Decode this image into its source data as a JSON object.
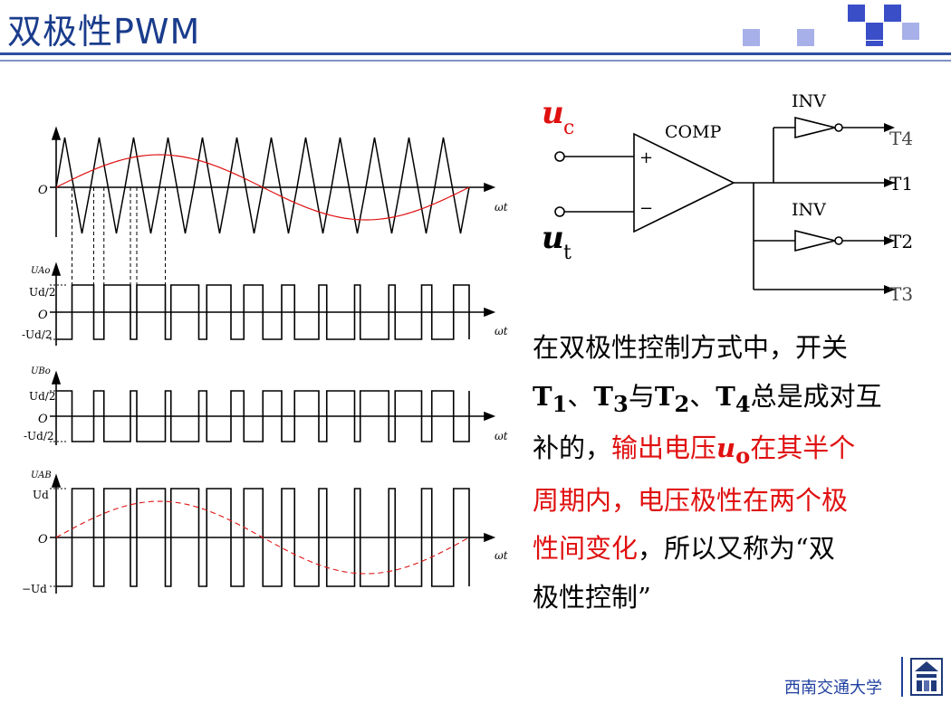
{
  "slide": {
    "title": "双极性PWM"
  },
  "waveforms": {
    "origin_label": "O",
    "omega_t": "ωt",
    "uAo_label": "UAo",
    "uBo_label": "UBo",
    "uAB_label": "UAB",
    "half_ud": "Ud/2",
    "neg_half_ud": "-Ud/2",
    "ud": "Ud",
    "neg_ud": "−Ud"
  },
  "circuit": {
    "uc_main": "u",
    "uc_sub": "c",
    "ut_main": "u",
    "ut_sub": "t",
    "comp": "COMP",
    "plus": "+",
    "minus": "−",
    "inv_top": "INV",
    "inv_bottom": "INV",
    "t4": "T4",
    "t1": "T1",
    "t2": "T2",
    "t3": "T3"
  },
  "text": {
    "line1": "在双极性控制方式中，开关",
    "l2_T1": "T",
    "l2_s1": "1",
    "l2_a": "、",
    "l2_T3": "T",
    "l2_s3": "3",
    "l2_b": "与",
    "l2_T2": "T",
    "l2_s2": "2",
    "l2_c": "、",
    "l2_T4": "T",
    "l2_s4": "4",
    "l2_d": "总是成对互",
    "l3_a": "补的，",
    "l3_red": "输出电压",
    "l3_u": "u",
    "l3_o": "o",
    "l3_red2": "在其半个",
    "line4_red": "周期内，电压极性在两个极",
    "line5_red": "性间变化",
    "line5": "，所以又称为“双",
    "line6": "极性控制”"
  },
  "footer": {
    "university": "西南交通大学"
  },
  "colors": {
    "title": "#1a3c8c",
    "accent_red": "#e01010",
    "deco_light": "#a7b0e8",
    "deco_dark": "#3a4ec8"
  }
}
